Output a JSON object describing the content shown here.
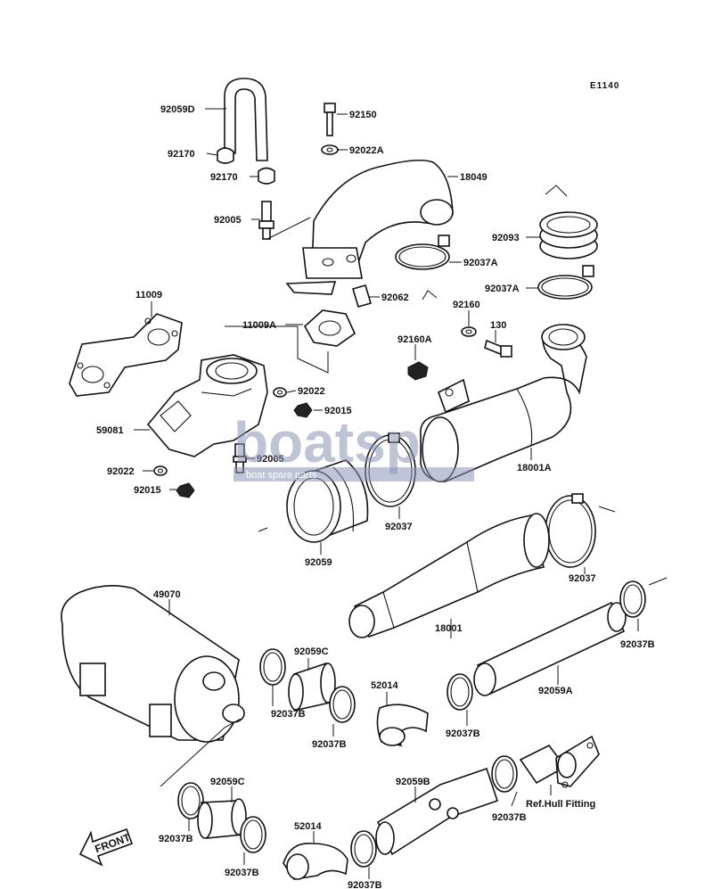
{
  "diagram_code": "E1140",
  "labels": {
    "l92059D": "92059D",
    "l92170a": "92170",
    "l92170b": "92170",
    "l92005a": "92005",
    "l92150": "92150",
    "l92022A": "92022A",
    "l18049": "18049",
    "l92093": "92093",
    "l92037A_1": "92037A",
    "l92037A_2": "92037A",
    "l92062": "92062",
    "l11009": "11009",
    "l11009A": "11009A",
    "l92160": "92160",
    "l92160A": "92160A",
    "l130": "130",
    "l92022a": "92022",
    "l92015a": "92015",
    "l59081": "59081",
    "l92005b": "92005",
    "l92022b": "92022",
    "l92015b": "92015",
    "l18001A": "18001A",
    "l92037a": "92037",
    "l92059": "92059",
    "l92037b": "92037",
    "l49070": "49070",
    "l18001": "18001",
    "l92037B_1": "92037B",
    "l92059C_1": "92059C",
    "l52014_1": "52014",
    "l92037B_2": "92037B",
    "l92037B_3": "92037B",
    "l92059A": "92059A",
    "l92037B_4": "92037B",
    "l92059C_2": "92059C",
    "l92059B": "92059B",
    "l92037B_5": "92037B",
    "lRefHull": "Ref.Hull Fitting",
    "l92037B_6": "92037B",
    "l52014_2": "52014",
    "l92037B_7": "92037B",
    "l92037B_8": "92037B"
  },
  "front_label": "FRONT",
  "watermark": {
    "brand": "boatsp",
    "tagline": "boat spare parts"
  }
}
